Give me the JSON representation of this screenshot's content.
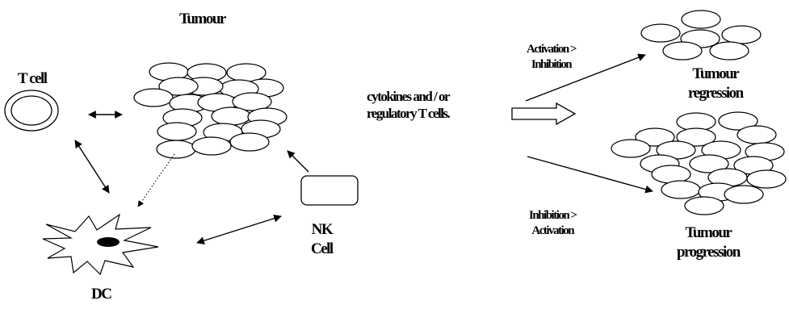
{
  "labels": {
    "tumour": "Tumour",
    "t_cell": "T cell",
    "nk_line1": "NK",
    "nk_line2": "Cell",
    "dc": "DC",
    "center_line1": "cytokines and / or",
    "center_line2": "regulatory T cells.",
    "activation_line1": "Activation >",
    "activation_line2": "Inhibition",
    "regression_line1": "Tumour",
    "regression_line2": "regression",
    "inhibition_line1": "Inhibition >",
    "inhibition_line2": "Activation",
    "progression_line1": "Tumour",
    "progression_line2": "progression"
  }
}
